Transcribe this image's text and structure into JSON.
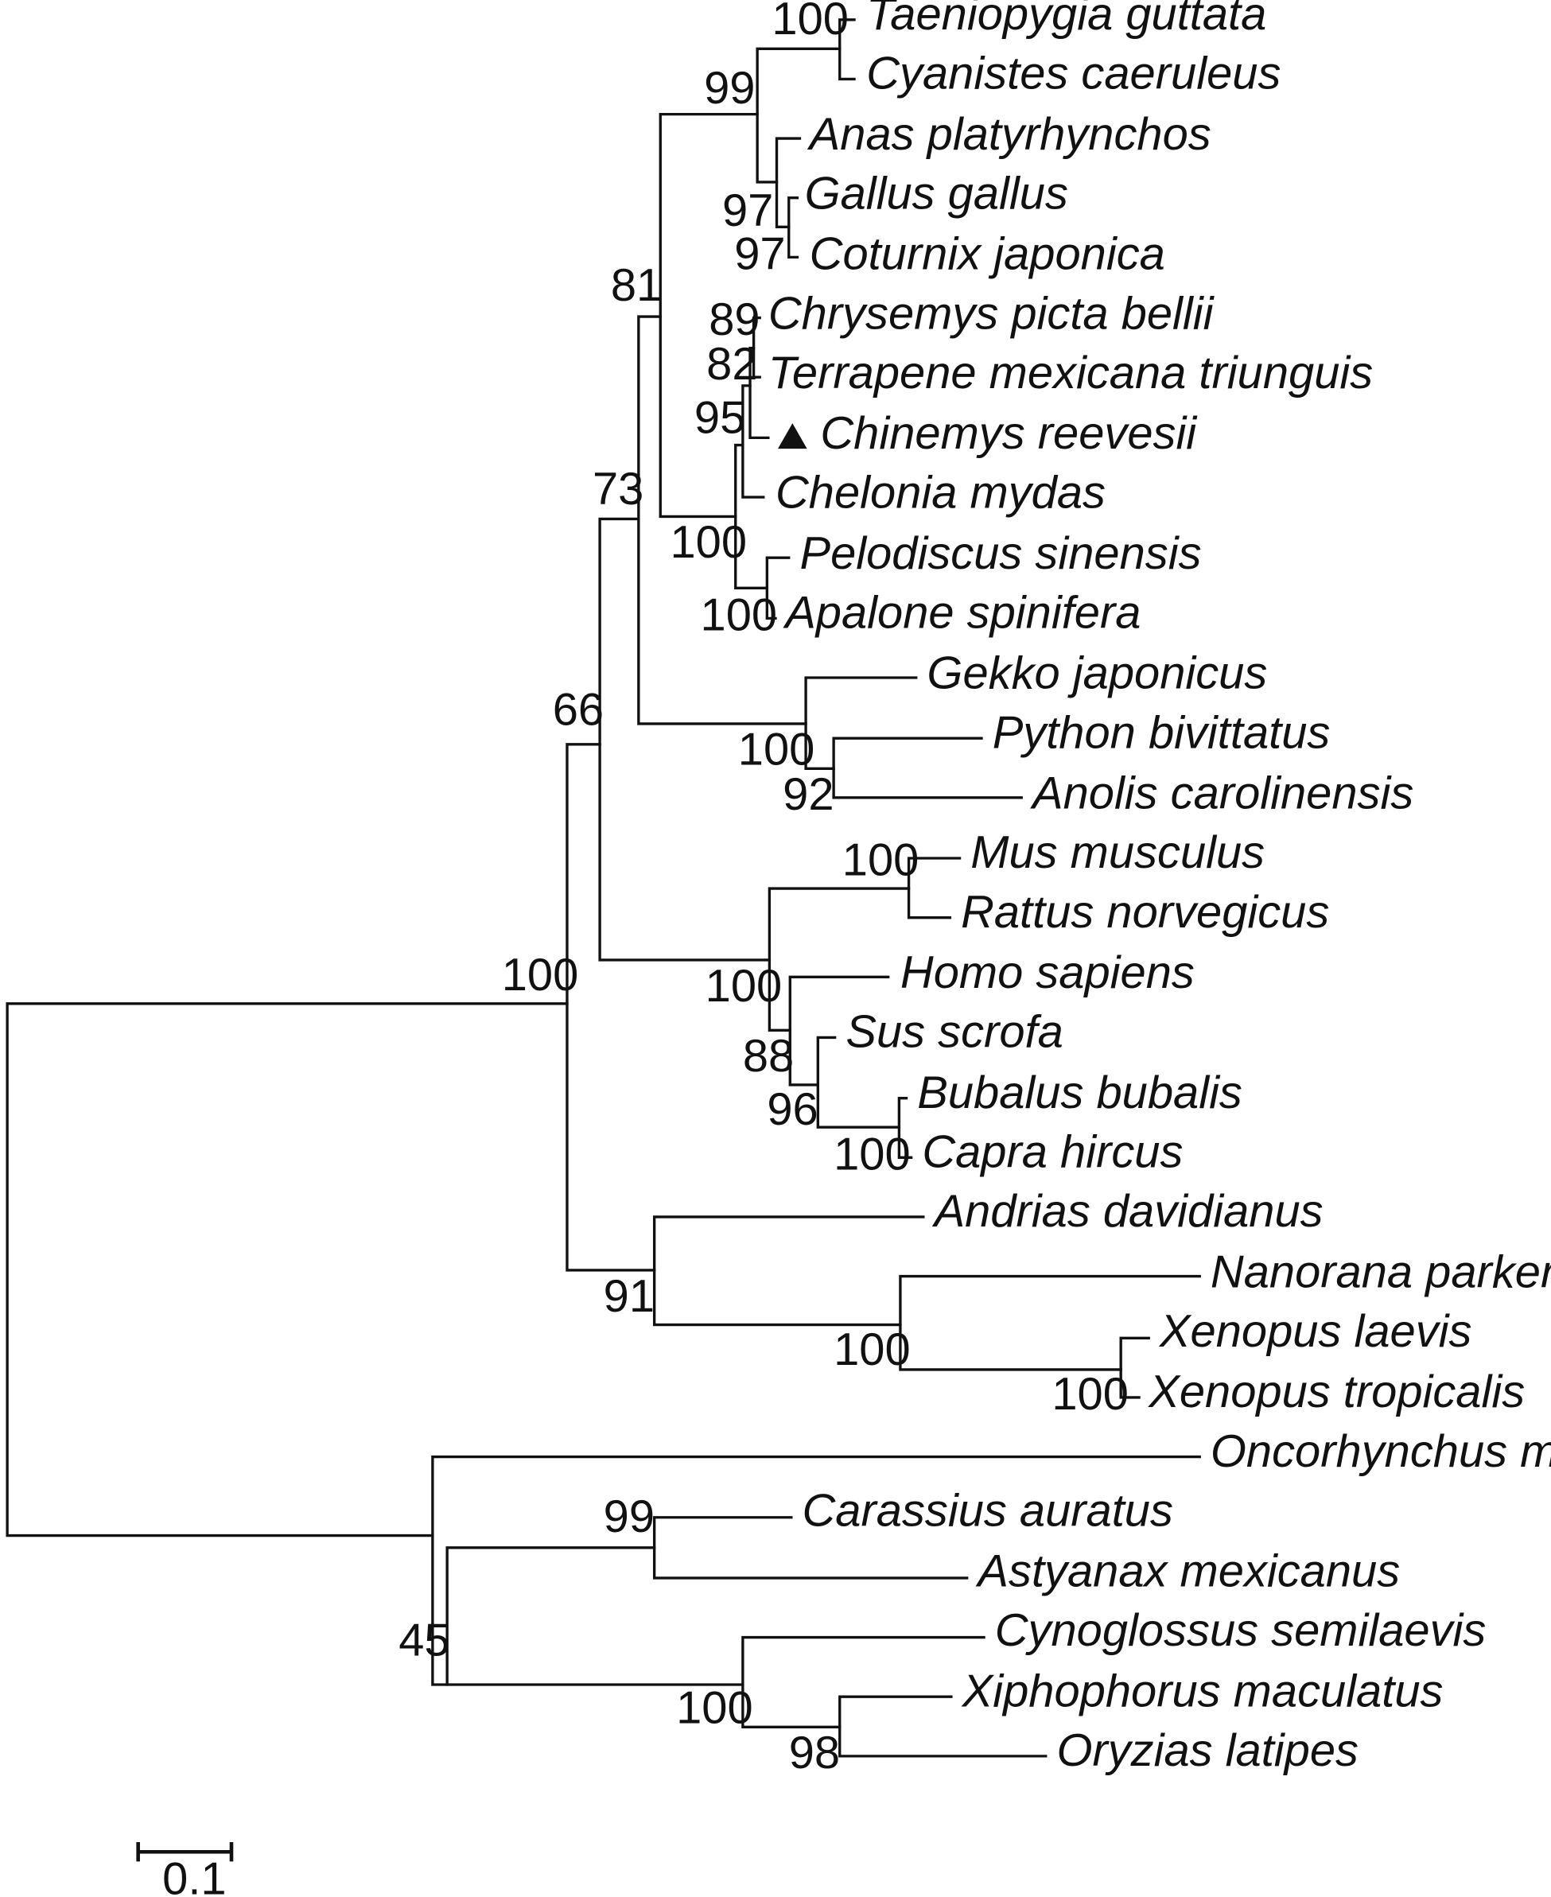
{
  "figure": {
    "type": "phylogenetic-tree",
    "line_color": "#111111",
    "background": "#ffffff",
    "highlight_marker": "filled-triangle",
    "scale_bar_label": "0.1"
  },
  "taxa": [
    {
      "id": "t1",
      "label": "Taeniopygia guttata"
    },
    {
      "id": "t2",
      "label": "Cyanistes caeruleus"
    },
    {
      "id": "t3",
      "label": "Anas platyrhynchos"
    },
    {
      "id": "t4",
      "label": "Gallus gallus"
    },
    {
      "id": "t5",
      "label": "Coturnix japonica"
    },
    {
      "id": "t6",
      "label": "Chrysemys picta bellii"
    },
    {
      "id": "t7",
      "label": "Terrapene mexicana triunguis"
    },
    {
      "id": "t8",
      "label": "Chinemys reevesii",
      "highlighted": true
    },
    {
      "id": "t9",
      "label": "Chelonia mydas"
    },
    {
      "id": "t10",
      "label": "Pelodiscus  sinensis"
    },
    {
      "id": "t11",
      "label": "Apalone spinifera"
    },
    {
      "id": "t12",
      "label": "Gekko  japonicus"
    },
    {
      "id": "t13",
      "label": "Python  bivittatus"
    },
    {
      "id": "t14",
      "label": "Anolis  carolinensis"
    },
    {
      "id": "t15",
      "label": "Mus  musculus"
    },
    {
      "id": "t16",
      "label": "Rattus  norvegicus"
    },
    {
      "id": "t17",
      "label": "Homo sapiens"
    },
    {
      "id": "t18",
      "label": "Sus  scrofa"
    },
    {
      "id": "t19",
      "label": "Bubalus  bubalis"
    },
    {
      "id": "t20",
      "label": "Capra hircus"
    },
    {
      "id": "t21",
      "label": "Andrias davidianus"
    },
    {
      "id": "t22",
      "label": "Nanorana parkeri"
    },
    {
      "id": "t23",
      "label": "Xenopus laevis"
    },
    {
      "id": "t24",
      "label": "Xenopus  tropicalis"
    },
    {
      "id": "t25",
      "label": "Oncorhynchus  mykiss"
    },
    {
      "id": "t26",
      "label": "Carassius auratus"
    },
    {
      "id": "t27",
      "label": "Astyanax mexicanus"
    },
    {
      "id": "t28",
      "label": "Cynoglossus semilaevis"
    },
    {
      "id": "t29",
      "label": "Xiphophorus maculatus"
    },
    {
      "id": "t30",
      "label": "Oryzias latipes"
    }
  ],
  "bootstrap_values": [
    {
      "node": "n_taeniopygia_cyanistes",
      "value": "100"
    },
    {
      "node": "n_passerine_galloanserae",
      "value": "99"
    },
    {
      "node": "n_gallus_anas",
      "value": "97"
    },
    {
      "node": "n_gallus_coturnix",
      "value": "97"
    },
    {
      "node": "n_chrysemys_terrapene",
      "value": "89"
    },
    {
      "node": "n_emydid_geoemydid",
      "value": "82"
    },
    {
      "node": "n_cryptodira_marine",
      "value": "95"
    },
    {
      "node": "n_turtles",
      "value": "100"
    },
    {
      "node": "n_softshell",
      "value": "100"
    },
    {
      "node": "n_archelosauria",
      "value": "81"
    },
    {
      "node": "n_sauropsida",
      "value": "73"
    },
    {
      "node": "n_squamata",
      "value": "100"
    },
    {
      "node": "n_python_anolis",
      "value": "92"
    },
    {
      "node": "n_amniota",
      "value": "66"
    },
    {
      "node": "n_rodents",
      "value": "100"
    },
    {
      "node": "n_mammals",
      "value": "100"
    },
    {
      "node": "n_primate_laurasiatheria",
      "value": "88"
    },
    {
      "node": "n_artiodactyla",
      "value": "96"
    },
    {
      "node": "n_bovidae",
      "value": "100"
    },
    {
      "node": "n_tetrapoda",
      "value": "100"
    },
    {
      "node": "n_amphibia",
      "value": "91"
    },
    {
      "node": "n_anura",
      "value": "100"
    },
    {
      "node": "n_xenopus",
      "value": "100"
    },
    {
      "node": "n_teleostei",
      "value": "45"
    },
    {
      "node": "n_otophysi",
      "value": "99"
    },
    {
      "node": "n_percomorpha",
      "value": "100"
    },
    {
      "node": "n_xipho_oryzias",
      "value": "98"
    }
  ]
}
